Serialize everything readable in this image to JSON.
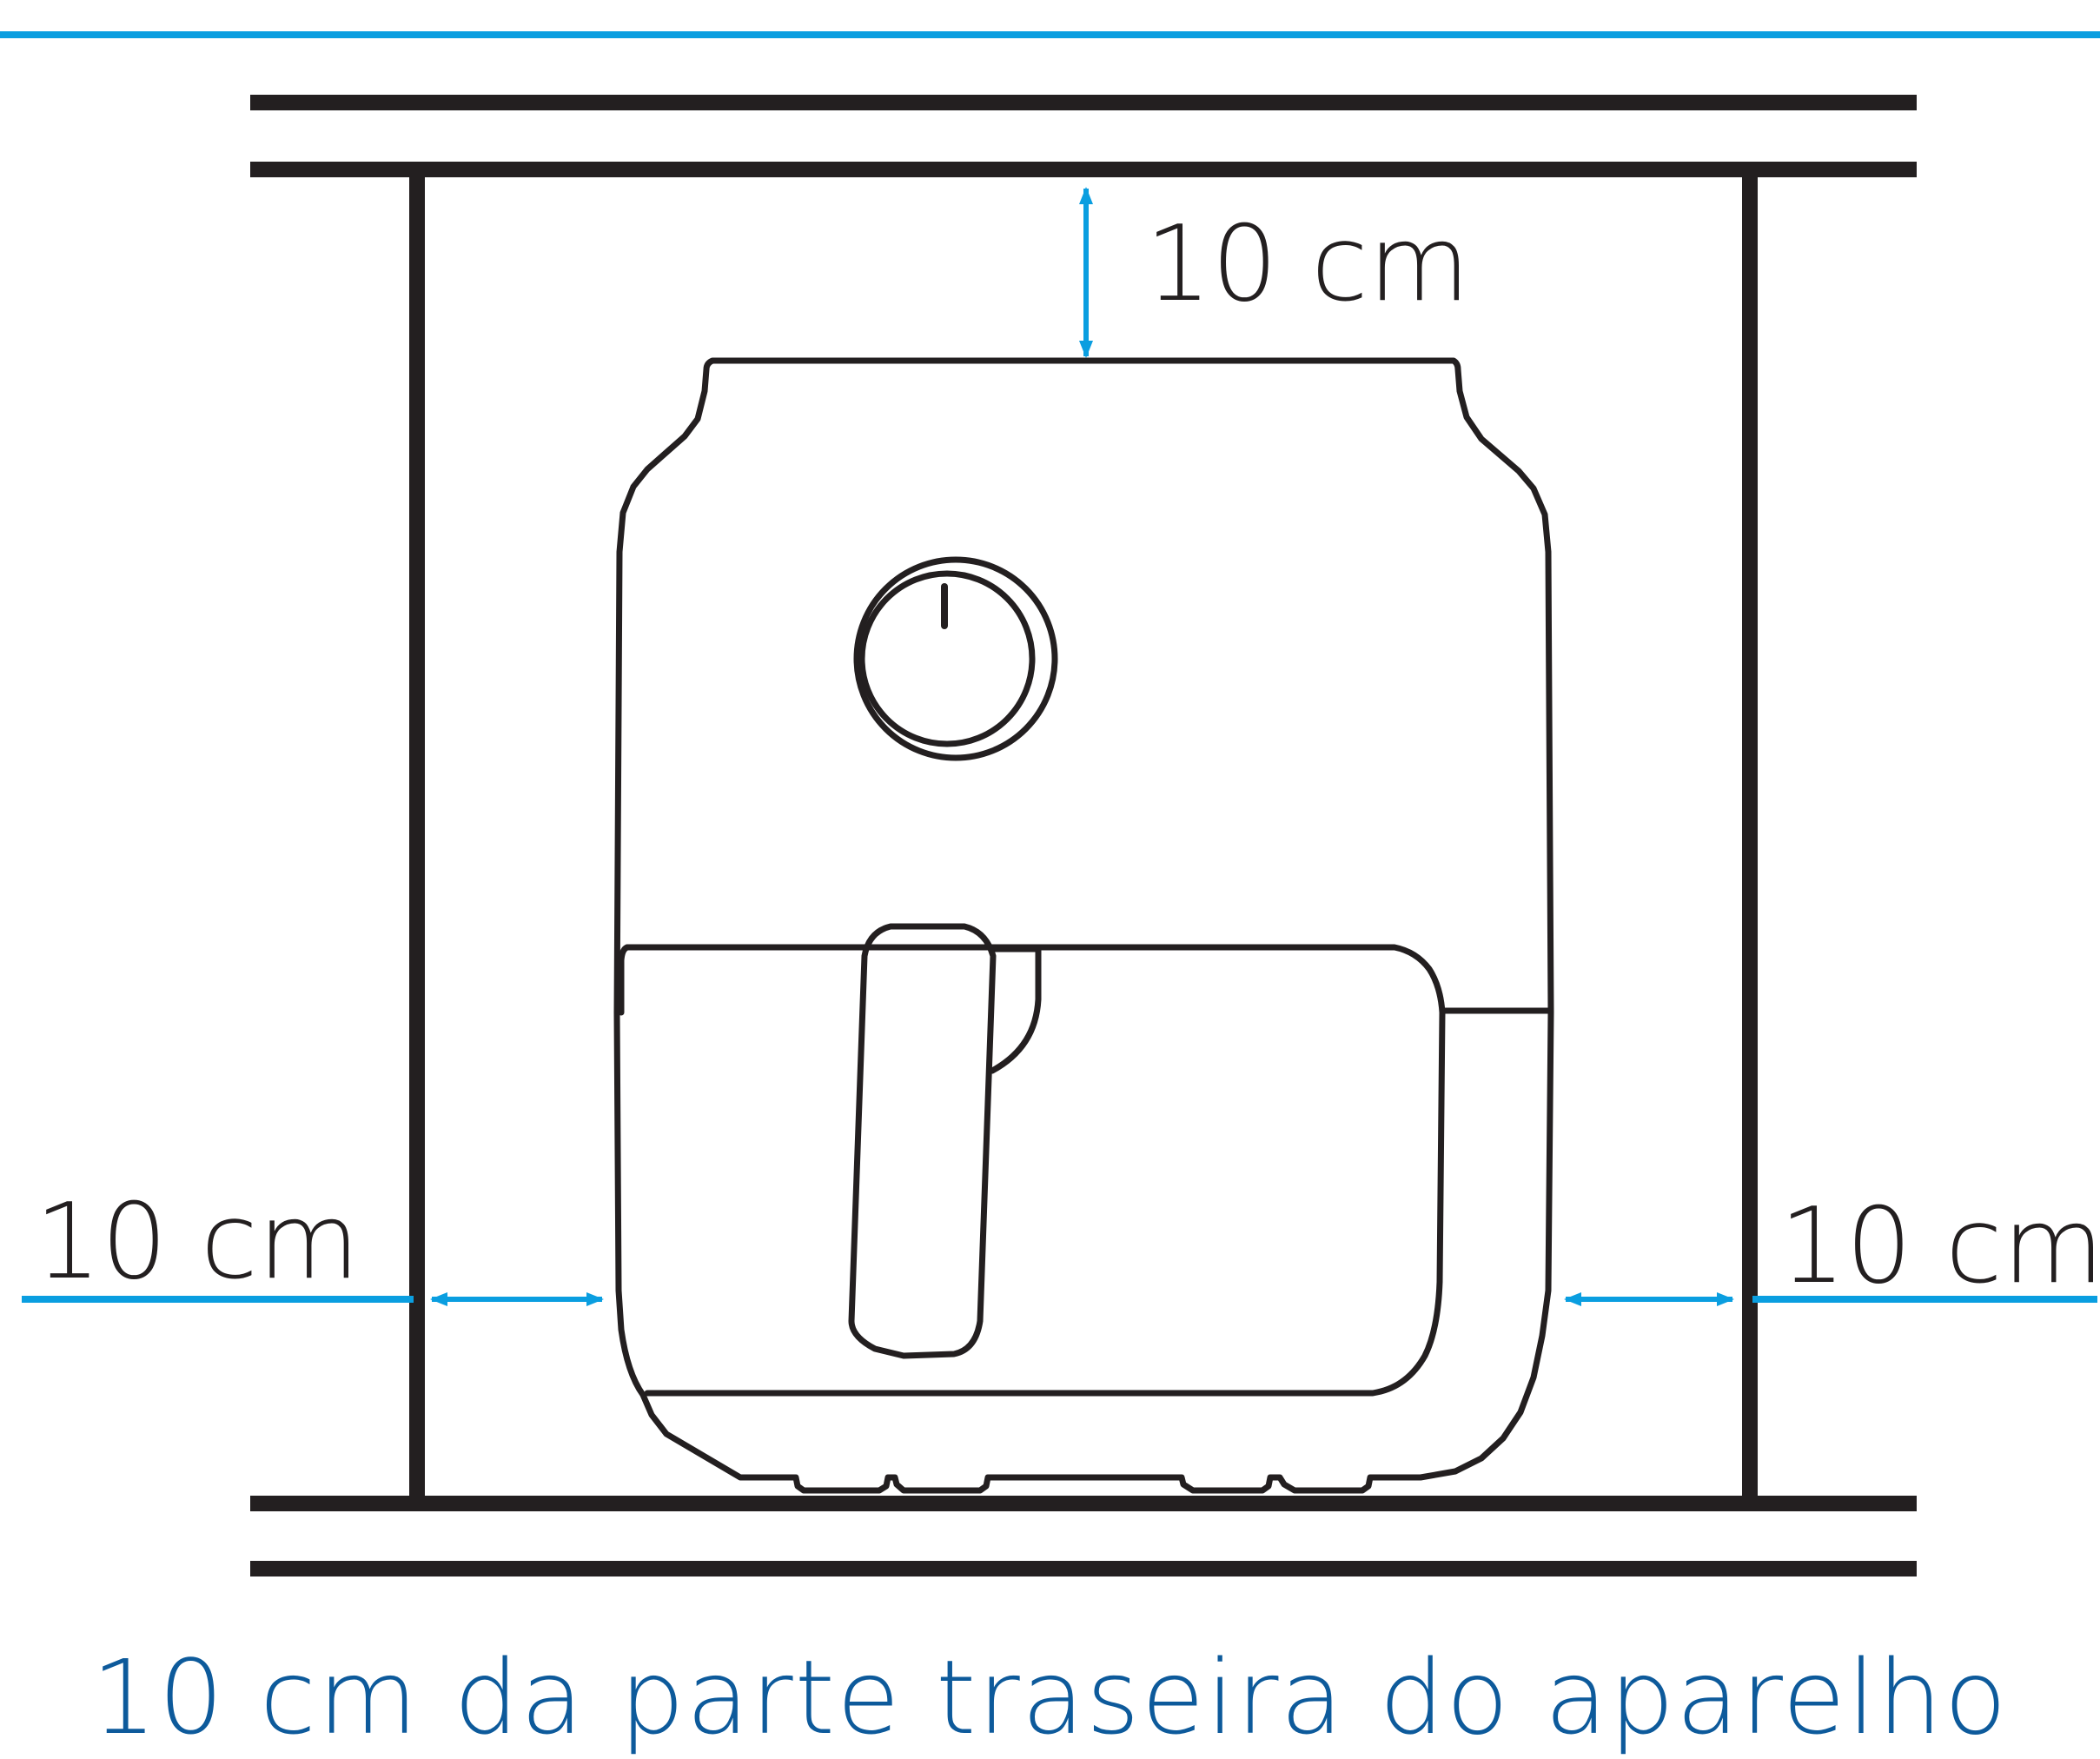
{
  "colors": {
    "line": "#231f20",
    "accent": "#0a9ee0",
    "caption": "#0d5a9b"
  },
  "labels": {
    "top_clearance": "10 cm",
    "left_clearance": "10 cm",
    "right_clearance": "10 cm"
  },
  "caption": "10 cm da parte traseira do aparelho"
}
